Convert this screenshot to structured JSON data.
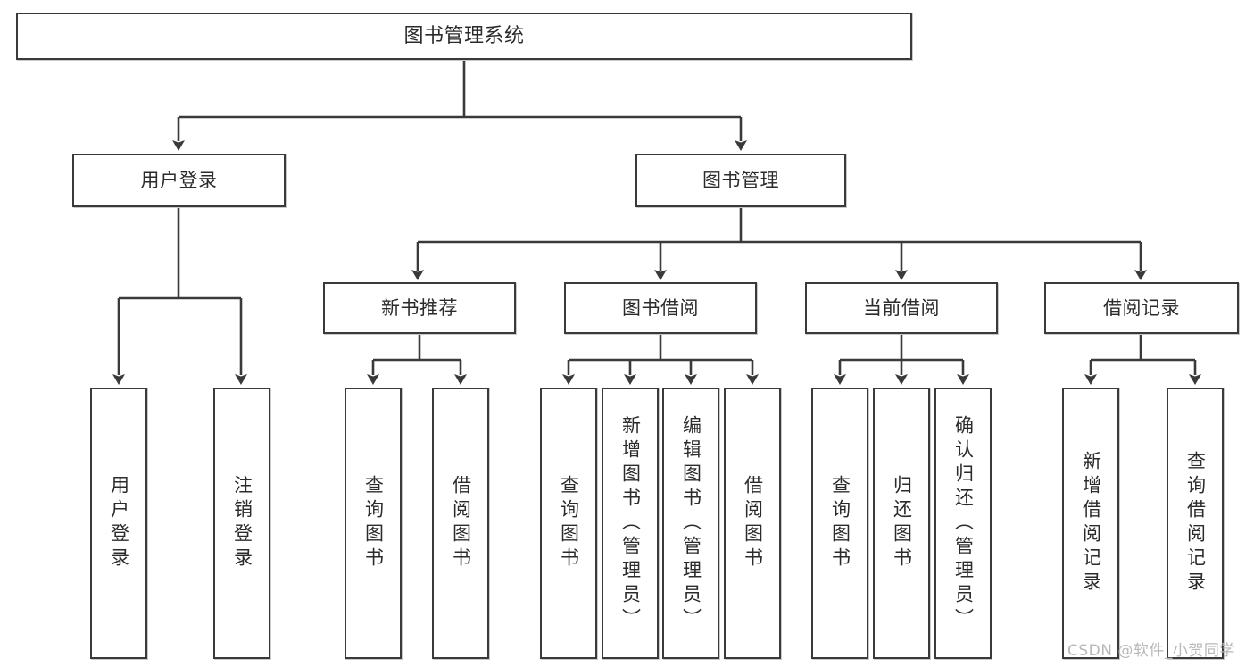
{
  "diagram": {
    "title": "图书管理系统",
    "type": "tree",
    "background": "#ffffff",
    "stroke_color": "#3a3a3a",
    "text_color": "#2b2b2b",
    "root": {
      "label": "图书管理系统",
      "orientation": "horizontal"
    },
    "level2": [
      {
        "label": "用户登录",
        "orientation": "horizontal"
      },
      {
        "label": "图书管理",
        "orientation": "horizontal"
      }
    ],
    "level3": [
      {
        "label": "新书推荐",
        "orientation": "horizontal"
      },
      {
        "label": "图书借阅",
        "orientation": "horizontal"
      },
      {
        "label": "当前借阅",
        "orientation": "horizontal"
      },
      {
        "label": "借阅记录",
        "orientation": "horizontal"
      }
    ],
    "leaves": {
      "user_login": [
        {
          "label": "用户登录",
          "orientation": "vertical"
        },
        {
          "label": "注销登录",
          "orientation": "vertical"
        }
      ],
      "new_book_recommend": [
        {
          "label": "查询图书",
          "orientation": "vertical"
        },
        {
          "label": "借阅图书",
          "orientation": "vertical"
        }
      ],
      "book_borrow": [
        {
          "label": "查询图书",
          "orientation": "vertical"
        },
        {
          "label": "新增图书（管理员）",
          "orientation": "vertical"
        },
        {
          "label": "编辑图书（管理员）",
          "orientation": "vertical"
        },
        {
          "label": "借阅图书",
          "orientation": "vertical"
        }
      ],
      "current_borrow": [
        {
          "label": "查询图书",
          "orientation": "vertical"
        },
        {
          "label": "归还图书",
          "orientation": "vertical"
        },
        {
          "label": "确认归还（管理员）",
          "orientation": "vertical"
        }
      ],
      "borrow_record": [
        {
          "label": "新增借阅记录",
          "orientation": "vertical"
        },
        {
          "label": "查询借阅记录",
          "orientation": "vertical"
        }
      ]
    }
  },
  "watermark": {
    "text": "CSDN @软件_小贺同学",
    "color": "#b8b8b8"
  }
}
